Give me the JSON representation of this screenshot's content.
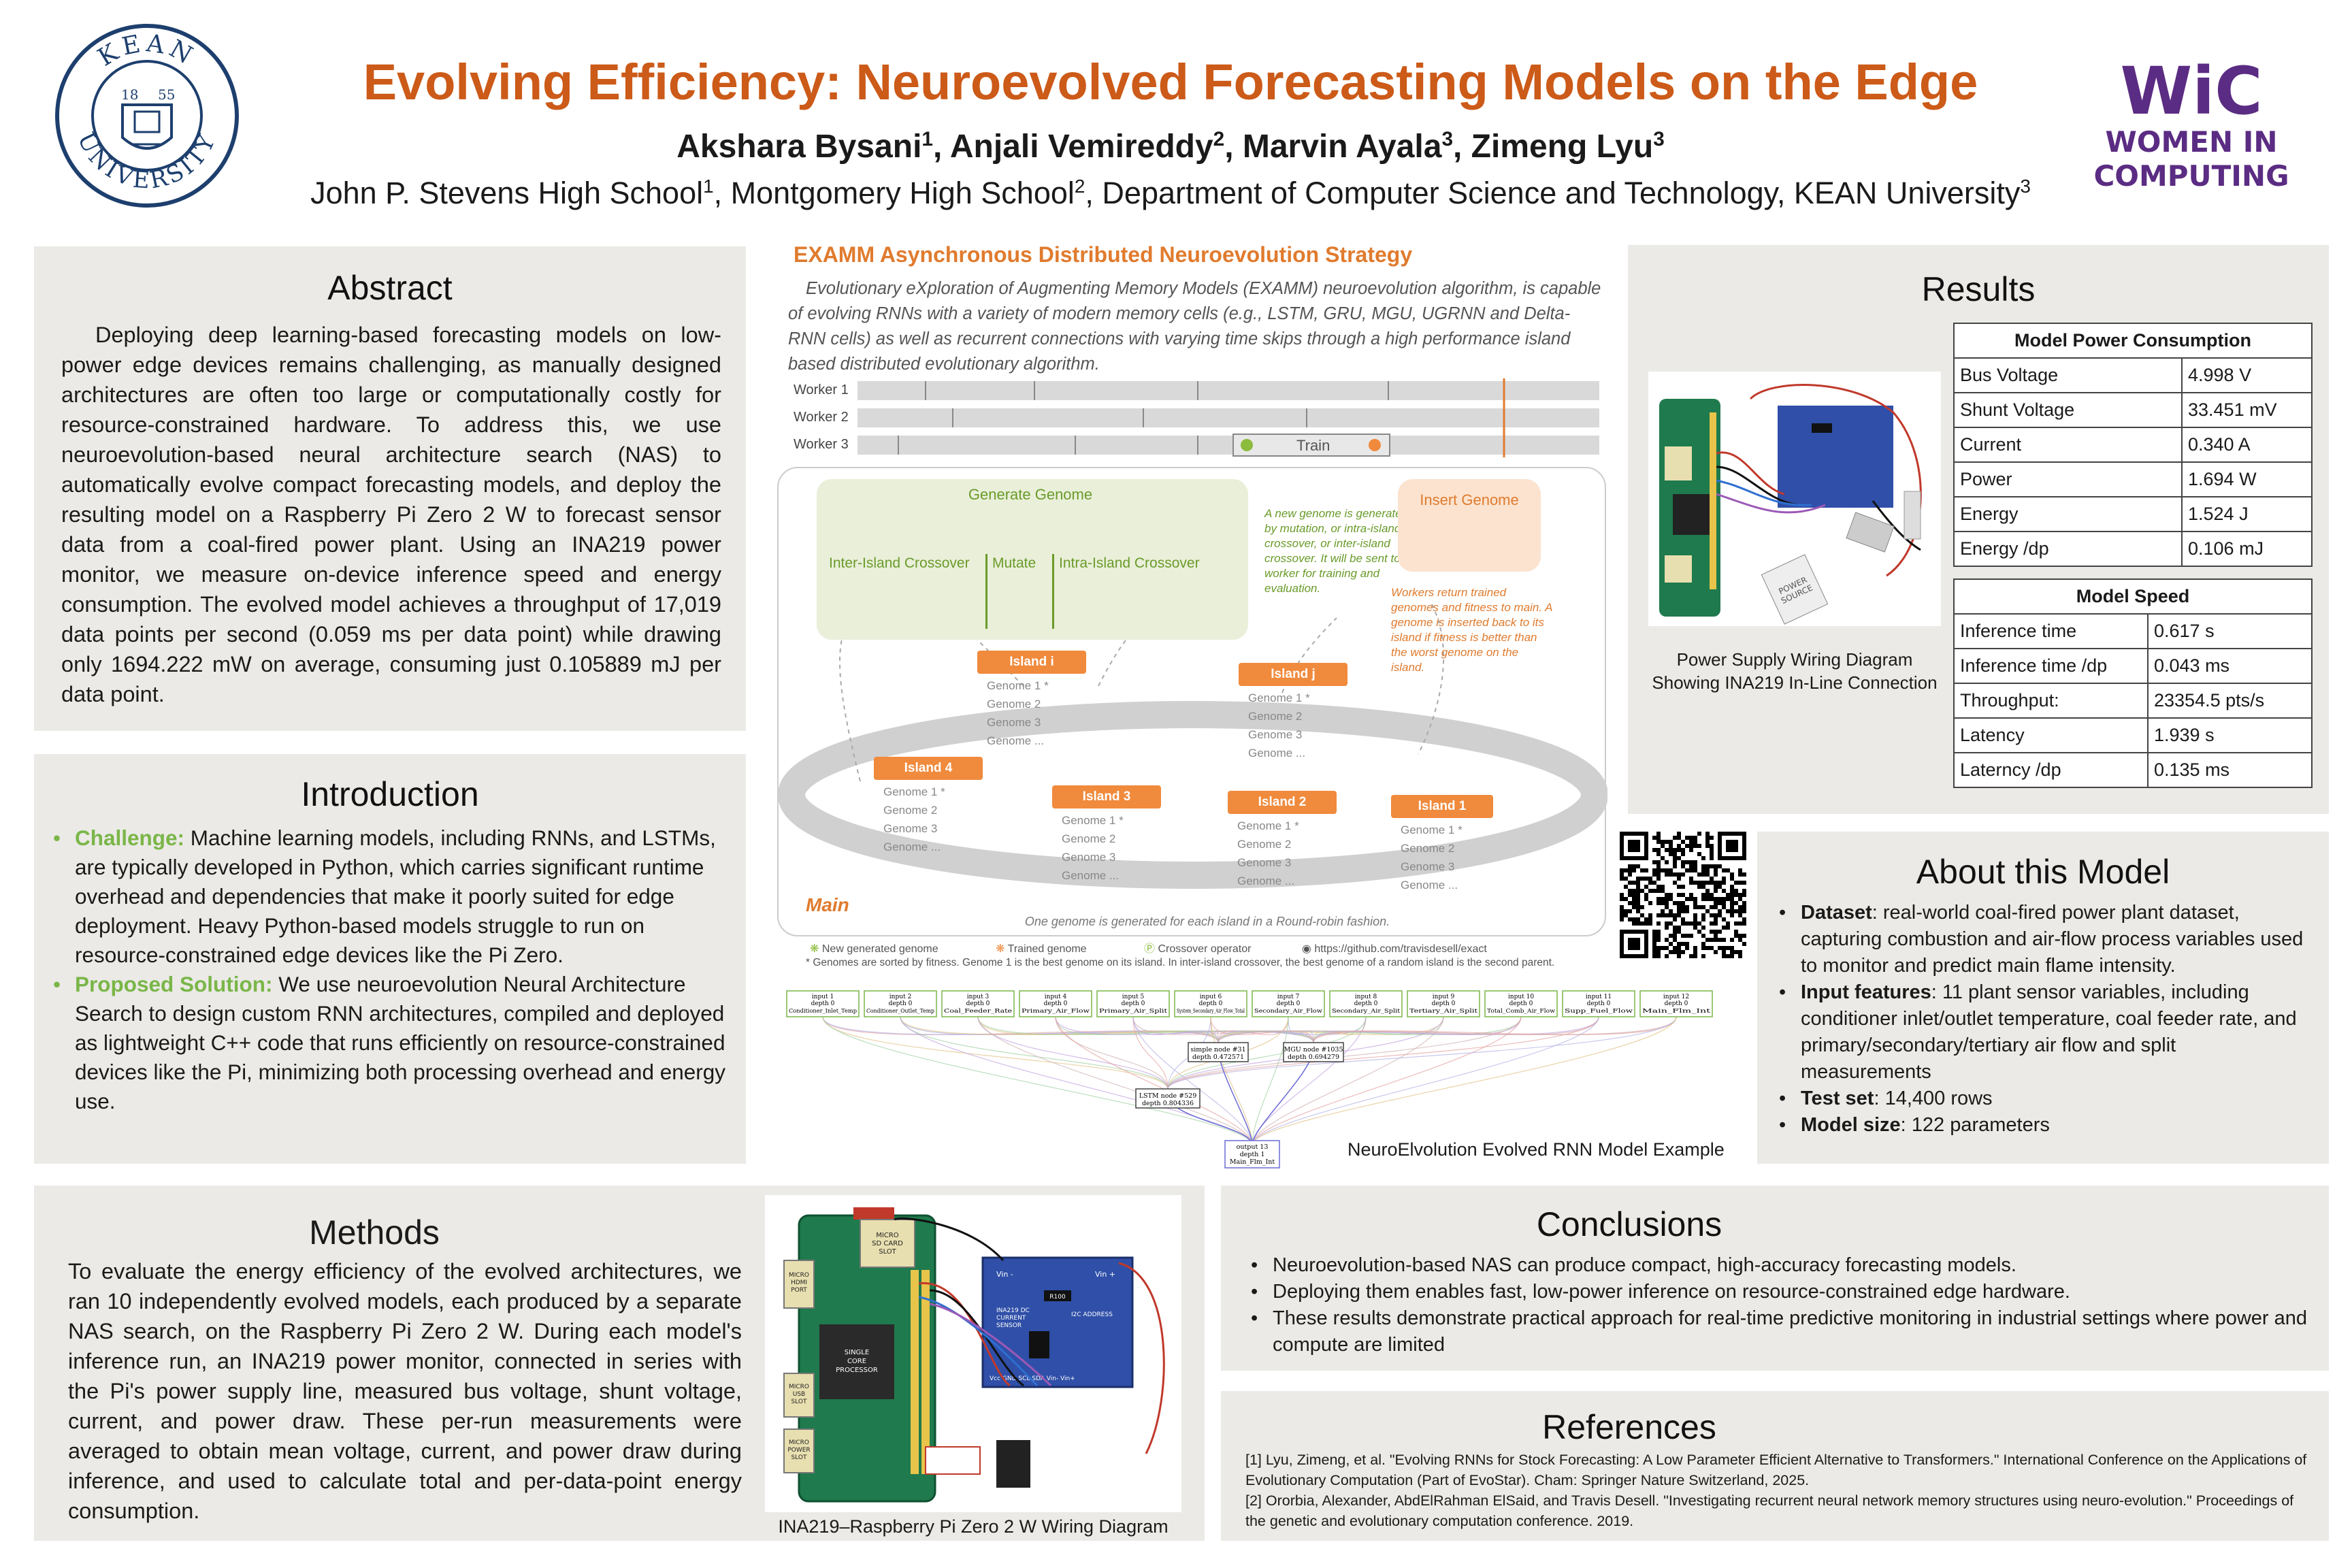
{
  "header": {
    "title": "Evolving Efficiency: Neuroevolved Forecasting Models on the Edge",
    "authors": [
      {
        "name": "Akshara Bysani",
        "sup": "1"
      },
      {
        "name": "Anjali Vemireddy",
        "sup": "2"
      },
      {
        "name": "Marvin Ayala",
        "sup": "3"
      },
      {
        "name": "Zimeng Lyu",
        "sup": "3"
      }
    ],
    "affiliations": [
      {
        "name": "John P. Stevens High School",
        "sup": "1"
      },
      {
        "name": "Montgomery High School",
        "sup": "2"
      },
      {
        "name": "Department of Computer Science and Technology, KEAN University",
        "sup": "3"
      }
    ],
    "kean_logo": {
      "top": "KEAN",
      "bottom": "UNIVERSITY",
      "year_left": "18",
      "year_right": "55"
    },
    "wic_logo": {
      "mark": "WiC",
      "line1": "WOMEN IN",
      "line2": "COMPUTING"
    }
  },
  "abstract": {
    "heading": "Abstract",
    "text": "Deploying deep learning-based forecasting models on low-power edge devices remains challenging, as manually designed architectures are often too large or computationally costly for resource-constrained hardware. To address this, we use neuroevolution-based neural architecture search (NAS) to automatically evolve compact forecasting models, and deploy the resulting model on a Raspberry Pi Zero 2 W to forecast sensor data from a coal-fired power plant. Using an INA219 power monitor, we measure on-device inference speed and energy consumption. The evolved model achieves a throughput of 17,019 data points per second (0.059 ms per data point) while drawing only 1694.222 mW on average, consuming just 0.105889 mJ per data point."
  },
  "introduction": {
    "heading": "Introduction",
    "items": [
      {
        "lead": "Challenge:",
        "text": " Machine learning models, including RNNs, and LSTMs, are typically developed in Python, which carries significant runtime overhead and dependencies that make it poorly suited for edge deployment. Heavy Python-based models struggle to run on resource-constrained edge devices like the Pi Zero."
      },
      {
        "lead": "Proposed Solution:",
        "text": " We use neuroevolution Neural Architecture Search to design custom RNN architectures, compiled and deployed as lightweight C++ code that runs efficiently on resource-constrained devices like the Pi, minimizing both processing overhead and energy use."
      }
    ]
  },
  "methods": {
    "heading": "Methods",
    "text": "To evaluate the energy efficiency of the evolved architectures, we ran 10 independently evolved models, each produced by a separate NAS search, on the Raspberry Pi Zero 2 W. During each model's inference run, an INA219 power monitor, connected in series with the Pi's power supply line, measured bus voltage, shunt voltage, current, and power draw. These per-run measurements were averaged to obtain mean voltage, current, and power draw during inference, and used to calculate total and per-data-point energy consumption.",
    "diagram_caption": "INA219–Raspberry Pi Zero 2 W Wiring Diagram",
    "diagram_labels": {
      "micro_sd": "MICRO\nSD CARD\nSLOT",
      "micro_hdmi": "MICRO\nHDMI\nPORT",
      "micro_usb": "MICRO\nUSB\nSLOT",
      "micro_power": "MICRO\nPOWER\nSLOT",
      "cpu": "SINGLE\nCORE\nPROCESSOR",
      "ina": "INA219 DC\nCURRENT\nSENSOR",
      "i2c": "I2C ADDRESS",
      "r100": "R100",
      "vin_minus": "Vin -",
      "vin_plus": "Vin +",
      "pins": "Vcc  GND  SCL  SDA  Vin-  Vin+"
    }
  },
  "exam": {
    "heading": "EXAMM Asynchronous Distributed Neuroevolution Strategy",
    "description": "Evolutionary eXploration of Augmenting Memory Models (EXAMM) neuroevolution algorithm, is capable of evolving RNNs with a variety of modern memory cells (e.g., LSTM, GRU, MGU, UGRNN and Delta-RNN cells) as well as recurrent connections with varying time skips through a high performance island based distributed evolutionary algorithm.",
    "workers": [
      "Worker 1",
      "Worker 2",
      "Worker 3"
    ],
    "train": "Train",
    "generate_genome": "Generate Genome",
    "inter_island": "Inter-Island Crossover",
    "mutate": "Mutate",
    "intra_island": "Intra-Island Crossover",
    "new_genome_note": "A new genome is generated by mutation, or intra-island crossover, or inter-island crossover. It will be sent to a worker for training and evaluation.",
    "insert_genome": "Insert Genome",
    "insert_note": "Workers return trained genomes and fitness to main. A genome is inserted back to its island if fitness is better than the worst genome on the island.",
    "islands": [
      {
        "name": "Island i",
        "genomes": [
          "Genome 1 *",
          "Genome 2",
          "Genome 3",
          "Genome ..."
        ]
      },
      {
        "name": "Island j",
        "genomes": [
          "Genome 1 *",
          "Genome 2",
          "Genome 3",
          "Genome ..."
        ]
      },
      {
        "name": "Island 4",
        "genomes": [
          "Genome 1 *",
          "Genome 2",
          "Genome 3",
          "Genome ..."
        ]
      },
      {
        "name": "Island 3",
        "genomes": [
          "Genome 1 *",
          "Genome 2",
          "Genome 3",
          "Genome ..."
        ]
      },
      {
        "name": "Island 2",
        "genomes": [
          "Genome 1 *",
          "Genome 2",
          "Genome 3",
          "Genome ..."
        ]
      },
      {
        "name": "Island 1",
        "genomes": [
          "Genome 1 *",
          "Genome 2",
          "Genome 3",
          "Genome ..."
        ]
      }
    ],
    "main_label": "Main",
    "round_robin": "One genome is generated for each island in a Round-robin fashion.",
    "legend": [
      "New generated genome",
      "Trained genome",
      "Crossover operator",
      "https://github.com/travisdesell/exact"
    ],
    "footnote": "* Genomes are sorted by fitness. Genome 1 is the best genome on its island. In inter-island crossover, the best genome of a random island is the second parent."
  },
  "rnn": {
    "caption": "NeuroElvolution Evolved RNN Model Example",
    "inputs": [
      {
        "l1": "input 1",
        "l2": "depth 0",
        "l3": "Conditioner_Inlet_Temp"
      },
      {
        "l1": "input 2",
        "l2": "depth 0",
        "l3": "Conditioner_Outlet_Temp"
      },
      {
        "l1": "input 3",
        "l2": "depth 0",
        "l3": "Coal_Feeder_Rate"
      },
      {
        "l1": "input 4",
        "l2": "depth 0",
        "l3": "Primary_Air_Flow"
      },
      {
        "l1": "input 5",
        "l2": "depth 0",
        "l3": "Primary_Air_Split"
      },
      {
        "l1": "input 6",
        "l2": "depth 0",
        "l3": "System_Secondary_Air_Flow_Total"
      },
      {
        "l1": "input 7",
        "l2": "depth 0",
        "l3": "Secondary_Air_Flow"
      },
      {
        "l1": "input 8",
        "l2": "depth 0",
        "l3": "Secondary_Air_Split"
      },
      {
        "l1": "input 9",
        "l2": "depth 0",
        "l3": "Tertiary_Air_Split"
      },
      {
        "l1": "input 10",
        "l2": "depth 0",
        "l3": "Total_Comb_Air_Flow"
      },
      {
        "l1": "input 11",
        "l2": "depth 0",
        "l3": "Supp_Fuel_Flow"
      },
      {
        "l1": "input 12",
        "l2": "depth 0",
        "l3": "Main_Flm_Int"
      }
    ],
    "simple_node": {
      "l1": "simple node #31",
      "l2": "depth 0.472571"
    },
    "mgu_node": {
      "l1": "MGU node #1035",
      "l2": "depth 0.694279"
    },
    "lstm_node": {
      "l1": "LSTM node #529",
      "l2": "depth 0.804336"
    },
    "output_node": {
      "l1": "output 13",
      "l2": "depth 1",
      "l3": "Main_Flm_Int"
    }
  },
  "results": {
    "heading": "Results",
    "power_caption": "Power Supply Wiring Diagram Showing INA219 In-Line Connection",
    "power_source": "POWER\nSOURCE",
    "power_table": {
      "title": "Model Power Consumption",
      "rows": [
        [
          "Bus Voltage",
          "4.998 V"
        ],
        [
          "Shunt Voltage",
          "33.451 mV"
        ],
        [
          "Current",
          "0.340 A"
        ],
        [
          "Power",
          "1.694 W"
        ],
        [
          "Energy",
          "1.524 J"
        ],
        [
          "Energy /dp",
          "0.106 mJ"
        ]
      ]
    },
    "speed_table": {
      "title": "Model Speed",
      "rows": [
        [
          "Inference time",
          "0.617 s"
        ],
        [
          "Inference time /dp",
          "0.043 ms"
        ],
        [
          "Throughput:",
          "23354.5 pts/s"
        ],
        [
          "Latency",
          "1.939 s"
        ],
        [
          "Laterncy /dp",
          "0.135 ms"
        ]
      ]
    }
  },
  "about": {
    "heading": "About this Model",
    "items": [
      {
        "lead": "Dataset",
        "text": ": real-world coal-fired power plant dataset, capturing combustion and air-flow process variables used to monitor and predict main flame intensity."
      },
      {
        "lead": "Input features",
        "text": ": 11 plant sensor variables, including conditioner inlet/outlet temperature, coal feeder rate, and primary/secondary/tertiary air flow and split measurements"
      },
      {
        "lead": "Test set",
        "text": ": 14,400 rows"
      },
      {
        "lead": "Model size",
        "text": ": 122 parameters"
      }
    ]
  },
  "conclusions": {
    "heading": "Conclusions",
    "items": [
      "Neuroevolution-based NAS can produce compact, high-accuracy forecasting models.",
      "Deploying them enables fast, low-power inference on resource-constrained edge hardware.",
      "These results demonstrate practical approach for real-time predictive monitoring in industrial settings where power and compute are limited"
    ]
  },
  "references": {
    "heading": "References",
    "items": [
      "[1] Lyu, Zimeng, et al. \"Evolving RNNs for Stock Forecasting: A Low Parameter Efficient Alternative to Transformers.\" International Conference on the Applications of Evolutionary Computation (Part of EvoStar). Cham: Springer Nature Switzerland, 2025.",
      "[2] Ororbia, Alexander, AbdElRahman ElSaid, and Travis Desell. \"Investigating recurrent neural network memory structures using neuro-evolution.\" Proceedings of the genetic and evolutionary computation conference. 2019."
    ]
  },
  "colors": {
    "title_orange": "#cc5a18",
    "wic_purple": "#5b2c83",
    "bullet_green": "#7ab648",
    "panel_gray": "#ebeae6",
    "island_orange": "#f08a3c",
    "genome_green": "#8dbb3c"
  }
}
